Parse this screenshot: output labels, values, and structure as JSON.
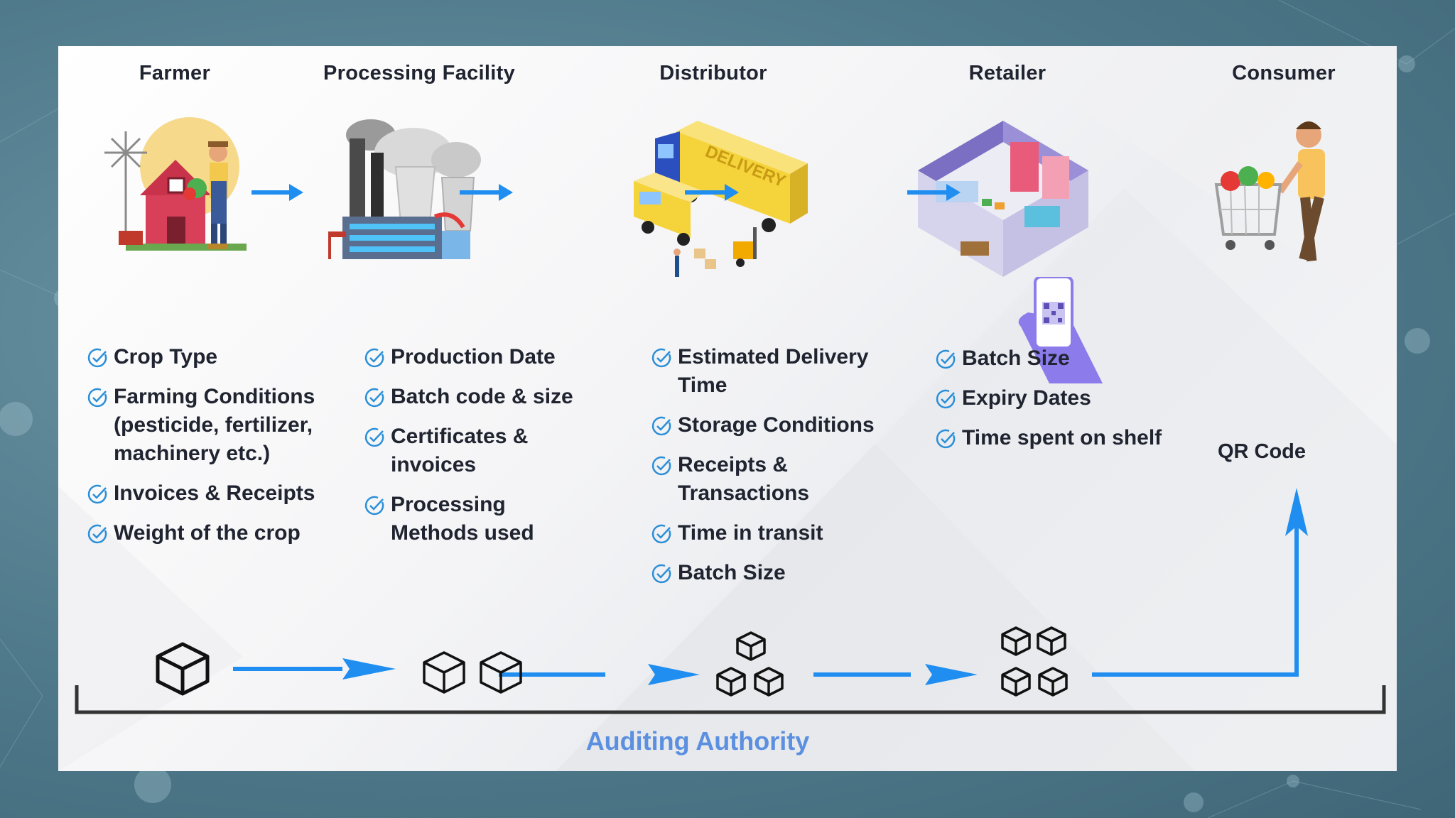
{
  "stages": [
    {
      "title": "Farmer",
      "items": [
        "Crop Type",
        "Farming Conditions (pesticide, fertilizer, machinery etc.)",
        "Invoices & Receipts",
        "Weight of the crop"
      ]
    },
    {
      "title": "Processing Facility",
      "items": [
        "Production Date",
        "Batch code & size",
        "Certificates & invoices",
        "Processing Methods used"
      ]
    },
    {
      "title": "Distributor",
      "items": [
        "Estimated Delivery Time",
        "Storage Conditions",
        "Receipts & Transactions",
        "Time in transit",
        "Batch Size"
      ]
    },
    {
      "title": "Retailer",
      "items": [
        "Batch Size",
        "Expiry Dates",
        "Time spent on shelf"
      ]
    },
    {
      "title": "Consumer",
      "items": []
    }
  ],
  "qr_label": "QR Code",
  "auditing_label": "Auditing Authority",
  "truck_text": "DELIVERY",
  "colors": {
    "arrow": "#1f8ef0",
    "check": "#2a8fd8",
    "audit": "#5b8fe0",
    "text": "#1f2430"
  },
  "icons": [
    "farm-scene-icon",
    "factory-icon",
    "delivery-truck-icon",
    "store-icon",
    "shopper-cart-icon",
    "phone-qr-icon",
    "check-circle-icon",
    "block-cube-icon",
    "arrow-right-icon"
  ]
}
